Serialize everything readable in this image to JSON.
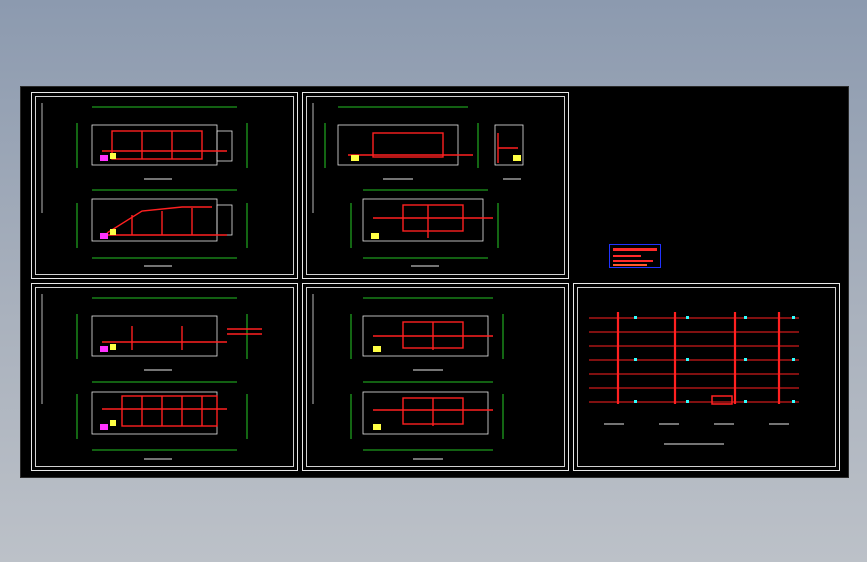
{
  "viewer": {
    "background": "#000000",
    "frame_color": "#e8e8e8",
    "plan_line_color": "#ff2020",
    "dimension_color": "#30ff30",
    "annotation_color": "#ffffff",
    "stamp_border_color": "#2233ff"
  },
  "sheets": [
    {
      "id": "sheet-1",
      "kind": "floor-plans"
    },
    {
      "id": "sheet-2",
      "kind": "floor-plans"
    },
    {
      "id": "sheet-3",
      "kind": "floor-plans"
    },
    {
      "id": "sheet-4",
      "kind": "floor-plans"
    },
    {
      "id": "sheet-5",
      "kind": "riser-diagram"
    }
  ],
  "title_stamp": {
    "kind": "logo-stamp"
  }
}
